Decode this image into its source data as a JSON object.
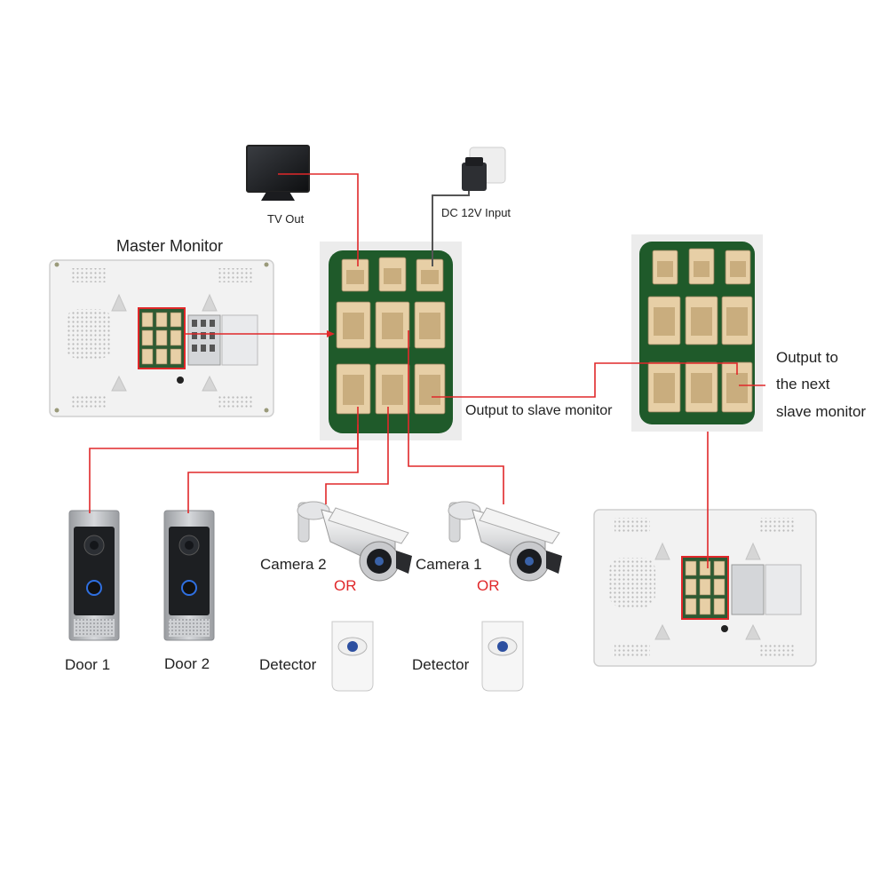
{
  "labels": {
    "tv_out": "TV Out",
    "dc_input": "DC 12V Input",
    "master_monitor": "Master Monitor",
    "output_slave": "Output to slave monitor",
    "output_next_line1": "Output to",
    "output_next_line2": "the next",
    "output_next_line3": "slave monitor",
    "camera2": "Camera 2",
    "camera1": "Camera 1",
    "or": "OR",
    "door1": "Door 1",
    "door2": "Door 2",
    "detector": "Detector"
  },
  "colors": {
    "wire": "#e0282a",
    "cable": "#555555",
    "pcb": "#1f5a2a",
    "connector": "#e7cfa6",
    "device_white": "#f4f4f4",
    "door_panel": "#b9bcc0",
    "door_face": "#1d1f22"
  },
  "icons": [
    "tv-icon",
    "power-adapter-icon",
    "monitor-icon",
    "pcb-board-icon",
    "door-station-icon",
    "bullet-camera-icon",
    "pir-detector-icon"
  ]
}
